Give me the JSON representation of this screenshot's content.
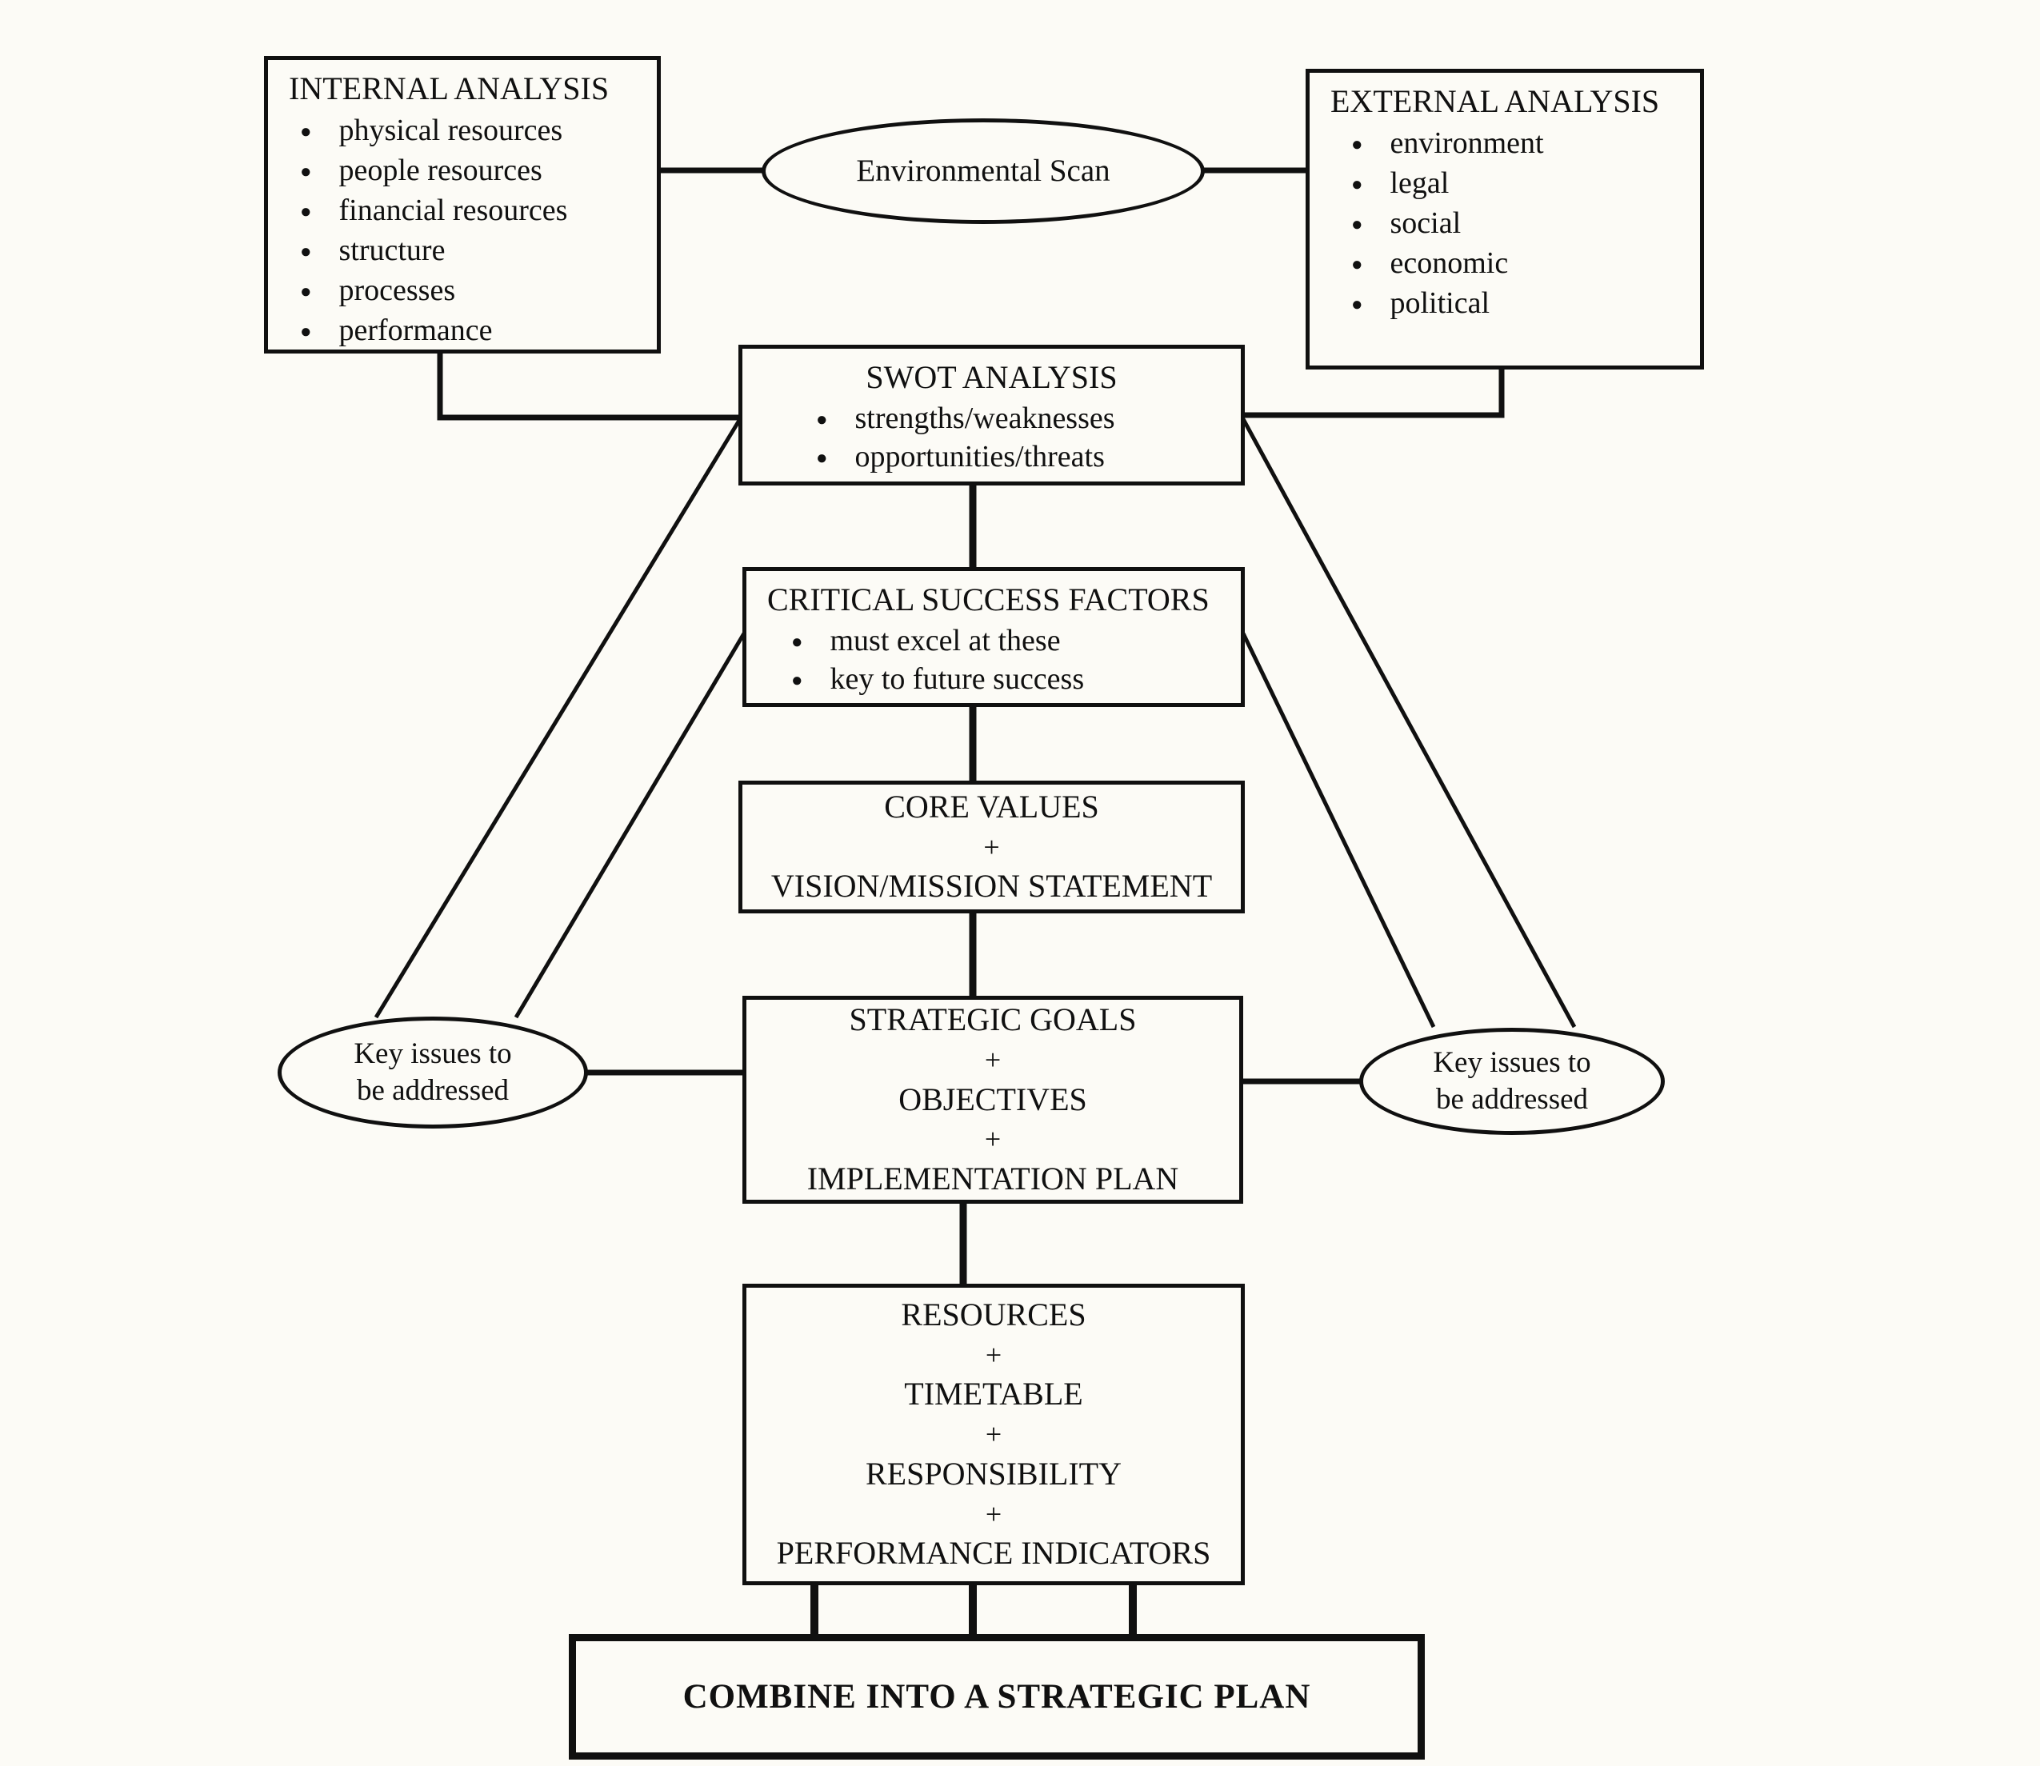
{
  "diagram": {
    "internal_analysis": {
      "title": "INTERNAL ANALYSIS",
      "items": [
        "physical resources",
        "people resources",
        "financial resources",
        "structure",
        "processes",
        "performance"
      ]
    },
    "environmental_scan": {
      "label": "Environmental Scan"
    },
    "external_analysis": {
      "title": "EXTERNAL ANALYSIS",
      "items": [
        "environment",
        "legal",
        "social",
        "economic",
        "political"
      ]
    },
    "swot": {
      "title": "SWOT ANALYSIS",
      "items": [
        "strengths/weaknesses",
        "opportunities/threats"
      ]
    },
    "critical_success_factors": {
      "title": "CRITICAL SUCCESS FACTORS",
      "items": [
        "must excel at these",
        "key to future success"
      ]
    },
    "core_values": {
      "lines": [
        "CORE VALUES",
        "+",
        "VISION/MISSION STATEMENT"
      ]
    },
    "strategic_goals": {
      "lines": [
        "STRATEGIC GOALS",
        "+",
        "OBJECTIVES",
        "+",
        "IMPLEMENTATION PLAN"
      ]
    },
    "key_issues_left": {
      "line1": "Key issues to",
      "line2": "be addressed"
    },
    "key_issues_right": {
      "line1": "Key issues to",
      "line2": "be addressed"
    },
    "resources": {
      "lines": [
        "RESOURCES",
        "+",
        "TIMETABLE",
        "+",
        "RESPONSIBILITY",
        "+",
        "PERFORMANCE INDICATORS"
      ]
    },
    "combine": {
      "label": "COMBINE INTO A STRATEGIC PLAN"
    }
  },
  "icons": {
    "bullet": "●"
  },
  "colors": {
    "background": "#fcfbf6",
    "line": "#101010",
    "text": "#101010"
  }
}
